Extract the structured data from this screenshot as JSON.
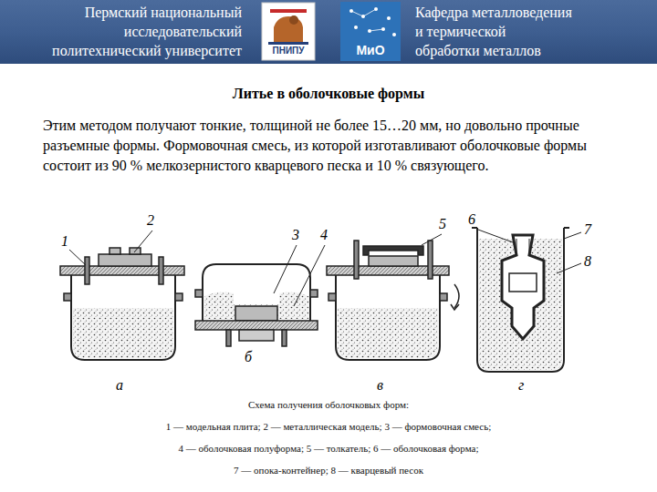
{
  "diagram": {
    "title": "Литье в оболочковые формы",
    "caption": "Схема получения оболочковых форм:",
    "nodes": [
      {
        "text": [
          "Пермский национальный исследовательский политехнический университет",
          "Кафедра металловедения и термической обработки металлов"
        ]
      }
    ],
    "edges": [],
    "labels": [
      "ПНИПУ",
      "МиО",
      "Этим методом получают тонкие, толщиной не более 15…20 мм, но довольно прочные разъемные формы. Формовочная смесь, из которой изготавливают оболочковые формы состоит из 90 % мелкозернистого кварцевого песка и 10 % связующего.",
      "1",
      "2",
      "3",
      "4",
      "5",
      "6",
      "7",
      "8",
      "а",
      "б",
      "в",
      "г",
      "1 — модельная плита; 2 — металлическая модель; 3 — формовочная смесь;",
      "4 — оболочковая полуформа; 5 — толкатель; 6 — оболочковая форма;",
      "7 — опока-контейнер; 8 — кварцевый песок"
    ]
  }
}
